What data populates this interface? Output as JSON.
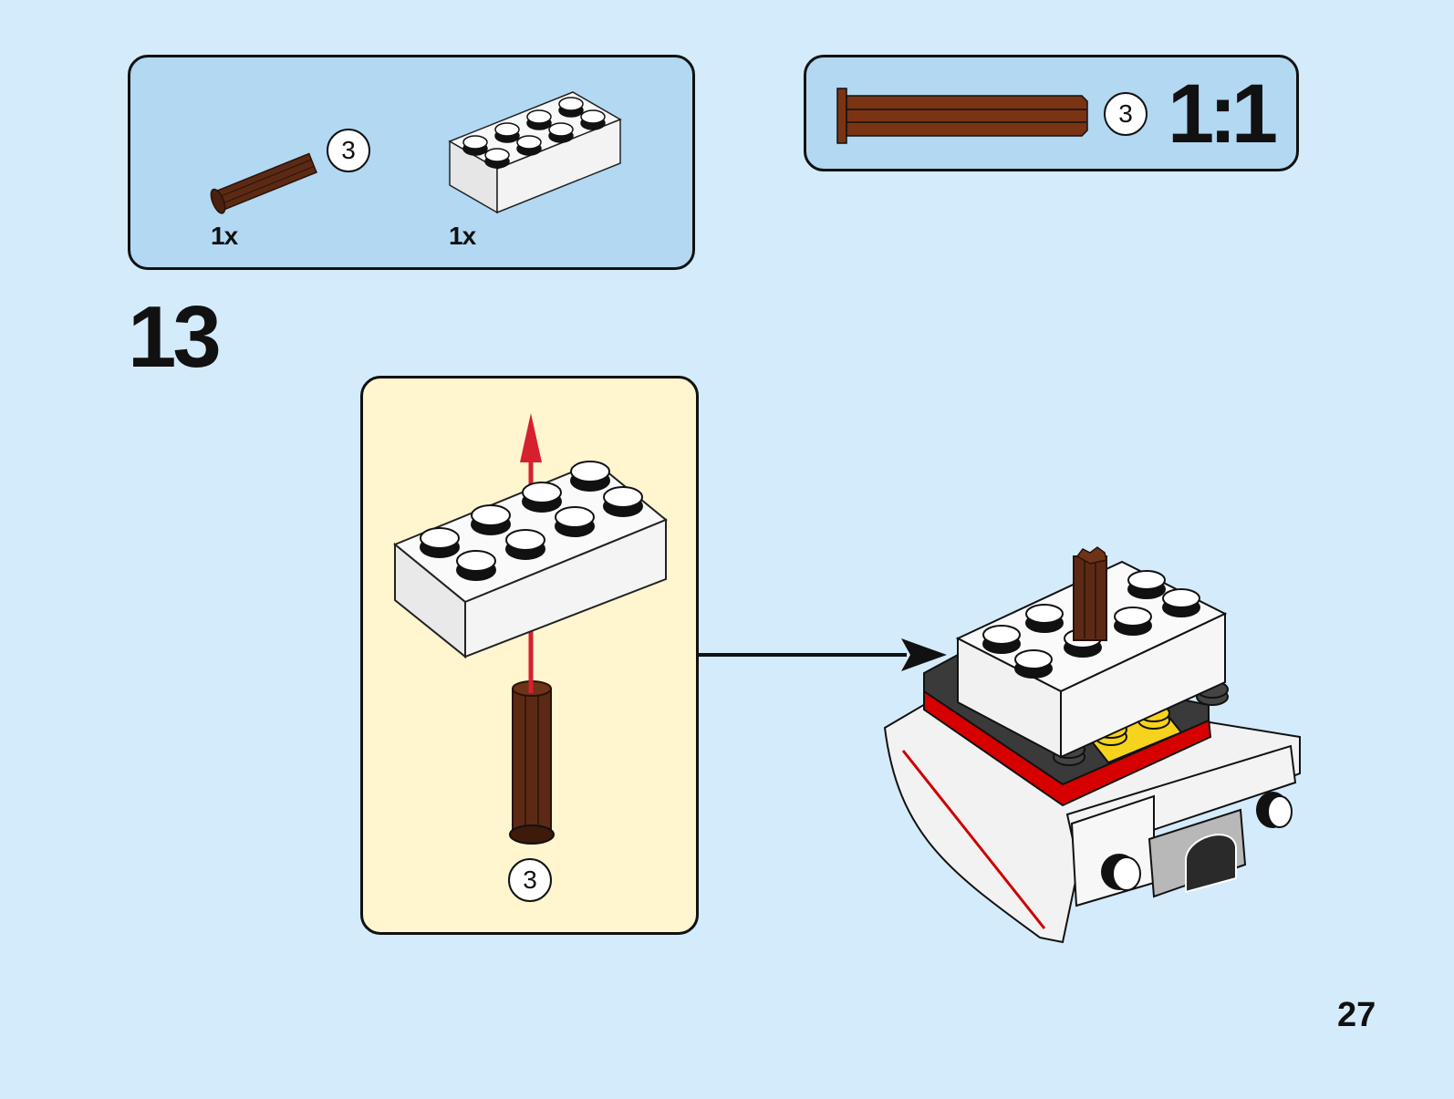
{
  "page": {
    "number": "27",
    "background_color": "#d4ebfb"
  },
  "parts_list": {
    "items": [
      {
        "name": "brown axle pin",
        "quantity": "1x",
        "length_callout": "3",
        "color": "#5c2a14"
      },
      {
        "name": "white 2x4 brick",
        "quantity": "1x",
        "color": "#ffffff"
      }
    ]
  },
  "scale_reference": {
    "part": "brown axle pin",
    "length_callout": "3",
    "scale_label": "1:1"
  },
  "step": {
    "number": "13",
    "sub_assembly": {
      "part_callout": "3",
      "arrow_color": "#d6202f",
      "panel_color": "#fff5cf"
    },
    "result_arrow": "right-arrow"
  }
}
